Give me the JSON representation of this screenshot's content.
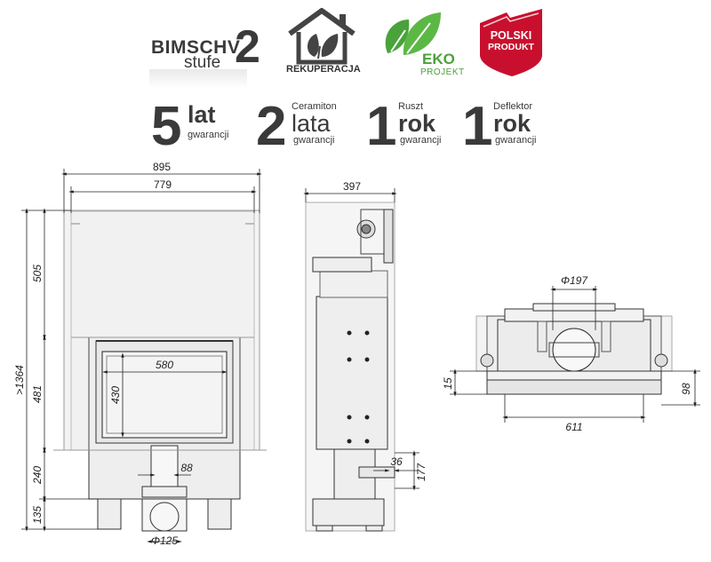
{
  "badges": {
    "bimschv": {
      "word": "BIMSCHV",
      "number": "2",
      "sub": "stufe"
    },
    "rekuperacja": {
      "label": "REKUPERACJA"
    },
    "eko": {
      "word": "EKO",
      "sub": "PROJEKT"
    },
    "polski": {
      "line1": "POLSKI",
      "line2": "PRODUKT"
    }
  },
  "warranties": [
    {
      "number": "5",
      "top": "",
      "word": "lat",
      "bottom": "gwarancji"
    },
    {
      "number": "2",
      "top": "Ceramiton",
      "word": "lata",
      "bottom": "gwarancji"
    },
    {
      "number": "1",
      "top": "Ruszt",
      "word": "rok",
      "bottom": "gwarancji"
    },
    {
      "number": "1",
      "top": "Deflektor",
      "word": "rok",
      "bottom": "gwarancji"
    }
  ],
  "dimensions": {
    "front_total_width": "895",
    "front_body_width": "779",
    "glass_width": "580",
    "glass_height": "430",
    "total_height": ">1364",
    "upper_height": "505",
    "middle_height": "481",
    "lower_height": "240",
    "leg_height": "135",
    "air_inlet": "88",
    "flue_front": "Φ125",
    "side_depth": "397",
    "side_small": "36",
    "side_height": "177",
    "top_flue": "Φ197",
    "top_width": "611",
    "top_offset_left": "15",
    "top_offset_right": "98"
  },
  "colors": {
    "text": "#3a3a3a",
    "eko_green": "#4aa23a",
    "polski_red": "#c8102e",
    "line": "#222222"
  }
}
